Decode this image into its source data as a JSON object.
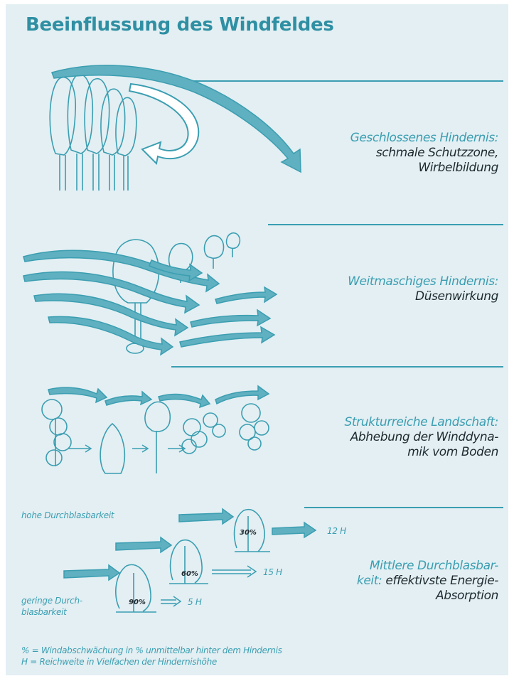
{
  "title": "Beeinflussung des Windfeldes",
  "sections": [
    {
      "heading": "Geschlossenes Hindernis:",
      "text_lines": [
        "schmale Schutzzone,",
        "Wirbelbildung"
      ]
    },
    {
      "heading": "Weitmaschiges Hindernis:",
      "text_lines": [
        "Düsenwirkung"
      ]
    },
    {
      "heading": "Strukturreiche Landschaft:",
      "text_lines": [
        "Abhebung der Winddyna-",
        "mik vom Boden"
      ]
    },
    {
      "heading_line1": "Mittlere Durchblasbar-",
      "heading_line2_teal": "keit:",
      "heading_line2_dark": " effektivste Energie-",
      "text_line3": "Absorption"
    }
  ],
  "permeability": {
    "high_label": "hohe Durchblasbarkeit",
    "low_label_line1": "geringe Durch-",
    "low_label_line2": "blasbarkeit",
    "hedges": [
      {
        "reduction": "30%",
        "reach": "12 H"
      },
      {
        "reduction": "60%",
        "reach": "15 H"
      },
      {
        "reduction": "90%",
        "reach": "5 H"
      }
    ]
  },
  "legend": {
    "line1": "% = Windabschwächung in % unmittelbar hinter dem Hindernis",
    "line2": "H = Reichweite in Vielfachen der Hindernishöhe"
  },
  "colors": {
    "accent": "#3b9eb1",
    "title": "#2f8fa3",
    "text": "#1d2a2f",
    "background": "#e3eff3"
  }
}
